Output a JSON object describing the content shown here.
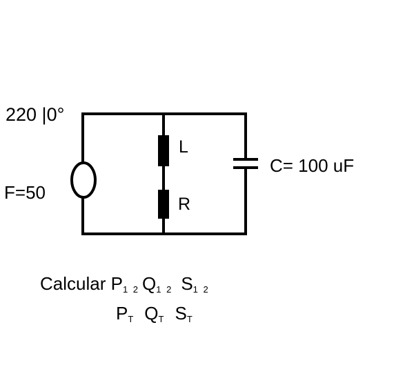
{
  "diagram": {
    "source_label": "220 |0°",
    "frequency_label": "F=50",
    "inductor_label": "L",
    "resistor_label": "R",
    "capacitor_label": "C= 100 uF"
  },
  "caption": {
    "prefix": "Calcular ",
    "line1": [
      {
        "base": "P",
        "sub": "1 2"
      },
      {
        "base": "Q",
        "sub": "1 2"
      },
      {
        "base": "S",
        "sub": "1 2"
      }
    ],
    "line2": [
      {
        "base": "P",
        "sub": "T"
      },
      {
        "base": "Q",
        "sub": "T"
      },
      {
        "base": "S",
        "sub": "T"
      }
    ]
  },
  "colors": {
    "ink": "#000000",
    "background": "#ffffff"
  }
}
